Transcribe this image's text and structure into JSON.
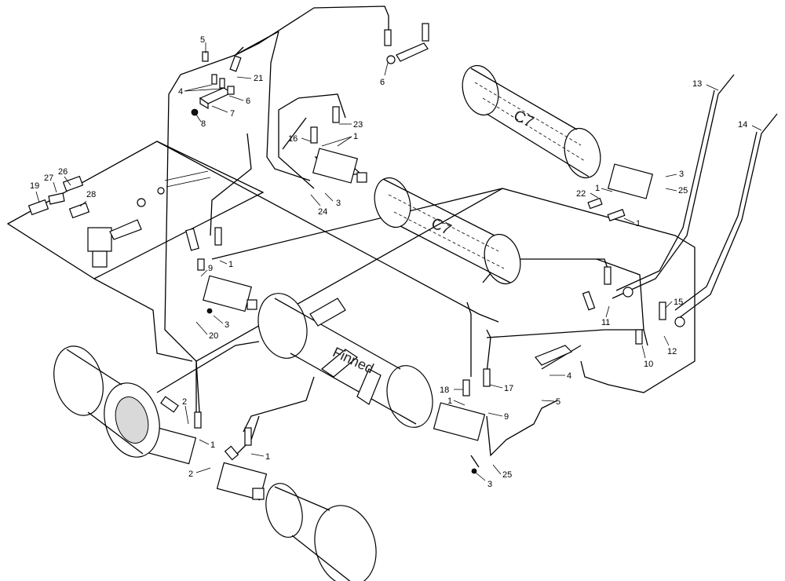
{
  "diagram": {
    "roller_labels": {
      "c7_upper": "C7",
      "c7_middle": "C7",
      "finned": "Finned"
    },
    "callouts": [
      {
        "key": "c5a",
        "text": "5"
      },
      {
        "key": "c21",
        "text": "21"
      },
      {
        "key": "c4a",
        "text": "4"
      },
      {
        "key": "c6a",
        "text": "6"
      },
      {
        "key": "c7",
        "text": "7"
      },
      {
        "key": "c8",
        "text": "8"
      },
      {
        "key": "c6b",
        "text": "6"
      },
      {
        "key": "c13",
        "text": "13"
      },
      {
        "key": "c14",
        "text": "14"
      },
      {
        "key": "c23",
        "text": "23"
      },
      {
        "key": "c16",
        "text": "16"
      },
      {
        "key": "c1a",
        "text": "1"
      },
      {
        "key": "c3a",
        "text": "3"
      },
      {
        "key": "c25a",
        "text": "25"
      },
      {
        "key": "c27",
        "text": "27"
      },
      {
        "key": "c26",
        "text": "26"
      },
      {
        "key": "c19",
        "text": "19"
      },
      {
        "key": "c28",
        "text": "28"
      },
      {
        "key": "c22",
        "text": "22"
      },
      {
        "key": "c1b",
        "text": "1"
      },
      {
        "key": "c24",
        "text": "24"
      },
      {
        "key": "c3b",
        "text": "3"
      },
      {
        "key": "c1c",
        "text": "1"
      },
      {
        "key": "c1d",
        "text": "1"
      },
      {
        "key": "c9a",
        "text": "9"
      },
      {
        "key": "c3c",
        "text": "3"
      },
      {
        "key": "c20",
        "text": "20"
      },
      {
        "key": "c11",
        "text": "11"
      },
      {
        "key": "c15",
        "text": "15"
      },
      {
        "key": "c10",
        "text": "10"
      },
      {
        "key": "c12",
        "text": "12"
      },
      {
        "key": "c4b",
        "text": "4"
      },
      {
        "key": "c18",
        "text": "18"
      },
      {
        "key": "c17",
        "text": "17"
      },
      {
        "key": "c1e",
        "text": "1"
      },
      {
        "key": "c9b",
        "text": "9"
      },
      {
        "key": "c5b",
        "text": "5"
      },
      {
        "key": "c2a",
        "text": "2"
      },
      {
        "key": "c1f",
        "text": "1"
      },
      {
        "key": "c1g",
        "text": "1"
      },
      {
        "key": "c2b",
        "text": "2"
      },
      {
        "key": "c25b",
        "text": "25"
      },
      {
        "key": "c3d",
        "text": "3"
      }
    ]
  }
}
